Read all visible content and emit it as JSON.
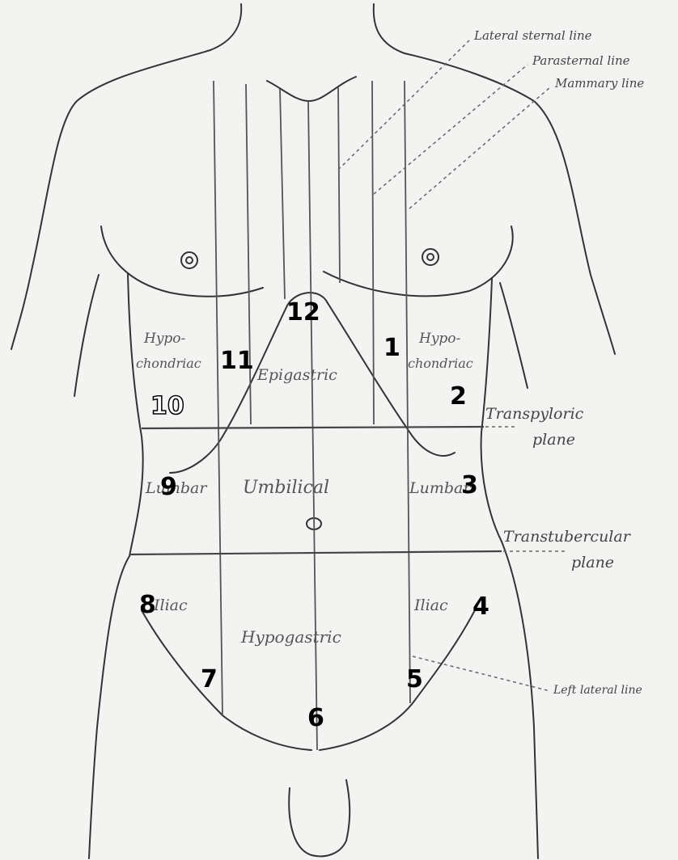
{
  "labels": {
    "lateral_sternal_line": "Lateral sternal line",
    "parasternal_line": "Parasternal line",
    "mammary_line": "Mammary line",
    "transpyloric_1": "Transpyloric",
    "transpyloric_2": "plane",
    "transtubercular_1": "Transtubercular",
    "transtubercular_2": "plane",
    "left_lateral_line": "Left lateral line"
  },
  "regions": {
    "hypo_right_1": "Hypo-",
    "hypo_right_2": "chondriac",
    "hypo_left_1": "Hypo-",
    "hypo_left_2": "chondriac",
    "epigastric": "Epigastric",
    "lumbar_right": "Lumbar",
    "umbilical": "Umbilical",
    "lumbar_left": "Lumbar",
    "iliac_right": "Iliac",
    "iliac_left": "Iliac",
    "hypogastric": "Hypogastric"
  },
  "markers": [
    "1",
    "2",
    "3",
    "4",
    "5",
    "6",
    "7",
    "8",
    "9",
    "10",
    "11",
    "12"
  ],
  "colors": {
    "background": "#f3f3f1",
    "line": "#333333",
    "marker": "#000000"
  }
}
